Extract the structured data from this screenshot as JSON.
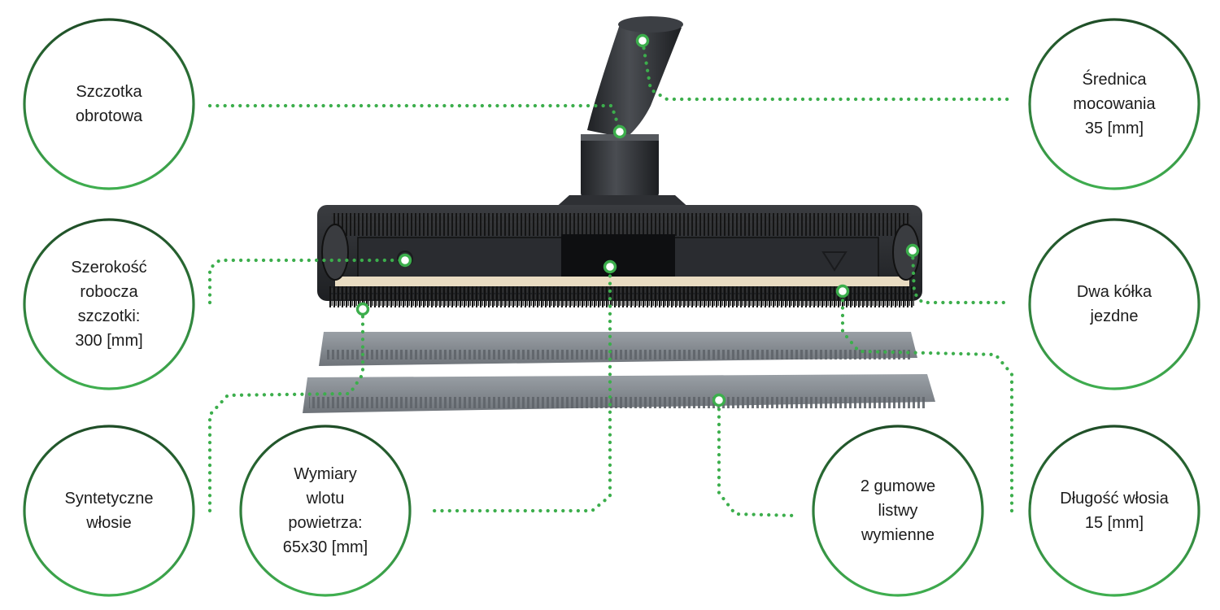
{
  "labels": {
    "rotary_brush": "Szczotka\nobrotowa",
    "mount_diameter": "Średnica\nmocowania\n35 [mm]",
    "working_width": "Szerokość\nrobocza\nszczotki:\n300 [mm]",
    "two_wheels": "Dwa kółka\njezdne",
    "synthetic_bristle": "Syntetyczne\nwłosie",
    "inlet_dimensions": "Wymiary\nwlotu\npowietrza:\n65x30 [mm]",
    "rubber_strips": "2 gumowe\nlistwy\nwymienne",
    "bristle_length": "Długość włosia\n15 [mm]"
  },
  "colors": {
    "accent_green": "#3cae4c",
    "ring_dark": "#1f4d27",
    "ring_light": "#3fae4f",
    "text": "#1c1c1c",
    "nozzle_body": "#2b2d30",
    "rubber_strip": "#7d8288"
  },
  "icons": {
    "marker": "hollow-green-circle"
  }
}
